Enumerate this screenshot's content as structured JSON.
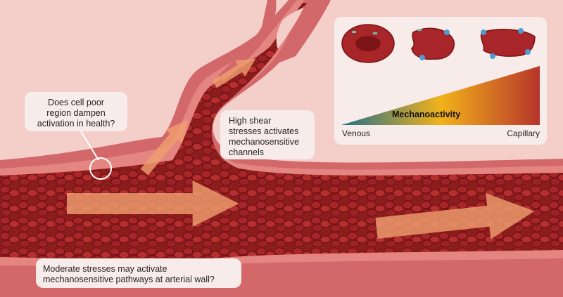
{
  "callouts": {
    "cell_poor": [
      "Does cell poor",
      "region dampen",
      "activation in health?"
    ],
    "shear": [
      "High shear",
      "stresses activates",
      "mechanosensitive",
      "channels"
    ],
    "moderate": [
      "Moderate stresses may activate",
      "mechanosensitive pathways at arterial wall?"
    ]
  },
  "inset": {
    "title": "Mechanoactivity",
    "left_label": "Venous",
    "right_label": "Capillary",
    "gradient_colors": [
      "#1f6f8b",
      "#f2b21b",
      "#b6352a"
    ]
  },
  "colors": {
    "background": "#f4cfc9",
    "vessel_wall": "#d2686a",
    "lumen": "#8c1d1d",
    "rbc": "#a8262a",
    "arrow": "#f0a070"
  }
}
